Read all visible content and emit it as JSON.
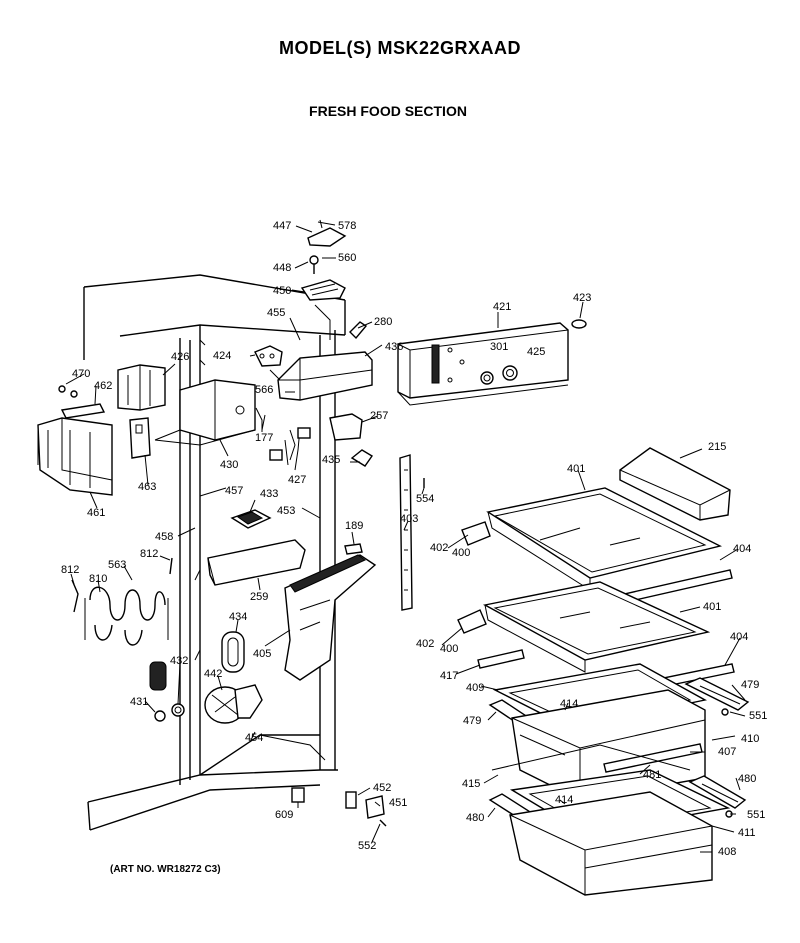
{
  "header": {
    "title": "MODEL(S) MSK22GRXAAD",
    "subtitle": "FRESH FOOD SECTION"
  },
  "footer": {
    "art_no": "(ART NO. WR18272 C3)"
  },
  "parts": {
    "p447": "447",
    "p578": "578",
    "p448": "448",
    "p560": "560",
    "p450": "450",
    "p455": "455",
    "p280": "280",
    "p421": "421",
    "p423": "423",
    "p470": "470",
    "p426": "426",
    "p424": "424",
    "p436": "436",
    "p301": "301",
    "p425": "425",
    "p462": "462",
    "p566": "566",
    "p257": "257",
    "p177": "177",
    "p430": "430",
    "p427": "427",
    "p435": "435",
    "p215": "215",
    "p463": "463",
    "p461": "461",
    "p401a": "401",
    "p457": "457",
    "p554": "554",
    "p433": "433",
    "p453": "453",
    "p403": "403",
    "p189": "189",
    "p458": "458",
    "p402a": "402",
    "p400a": "400",
    "p404a": "404",
    "p812a": "812",
    "p563": "563",
    "p812b": "812",
    "p810": "810",
    "p259": "259",
    "p401b": "401",
    "p434": "434",
    "p405": "405",
    "p402b": "402",
    "p400b": "400",
    "p404b": "404",
    "p432": "432",
    "p442": "442",
    "p417": "417",
    "p409": "409",
    "p479a": "479",
    "p431": "431",
    "p414a": "414",
    "p479b": "479",
    "p551a": "551",
    "p410": "410",
    "p454": "454",
    "p407": "407",
    "p481": "481",
    "p480a": "480",
    "p415": "415",
    "p452": "452",
    "p609": "609",
    "p451": "451",
    "p414b": "414",
    "p551b": "551",
    "p480b": "480",
    "p411": "411",
    "p552": "552",
    "p408": "408"
  }
}
